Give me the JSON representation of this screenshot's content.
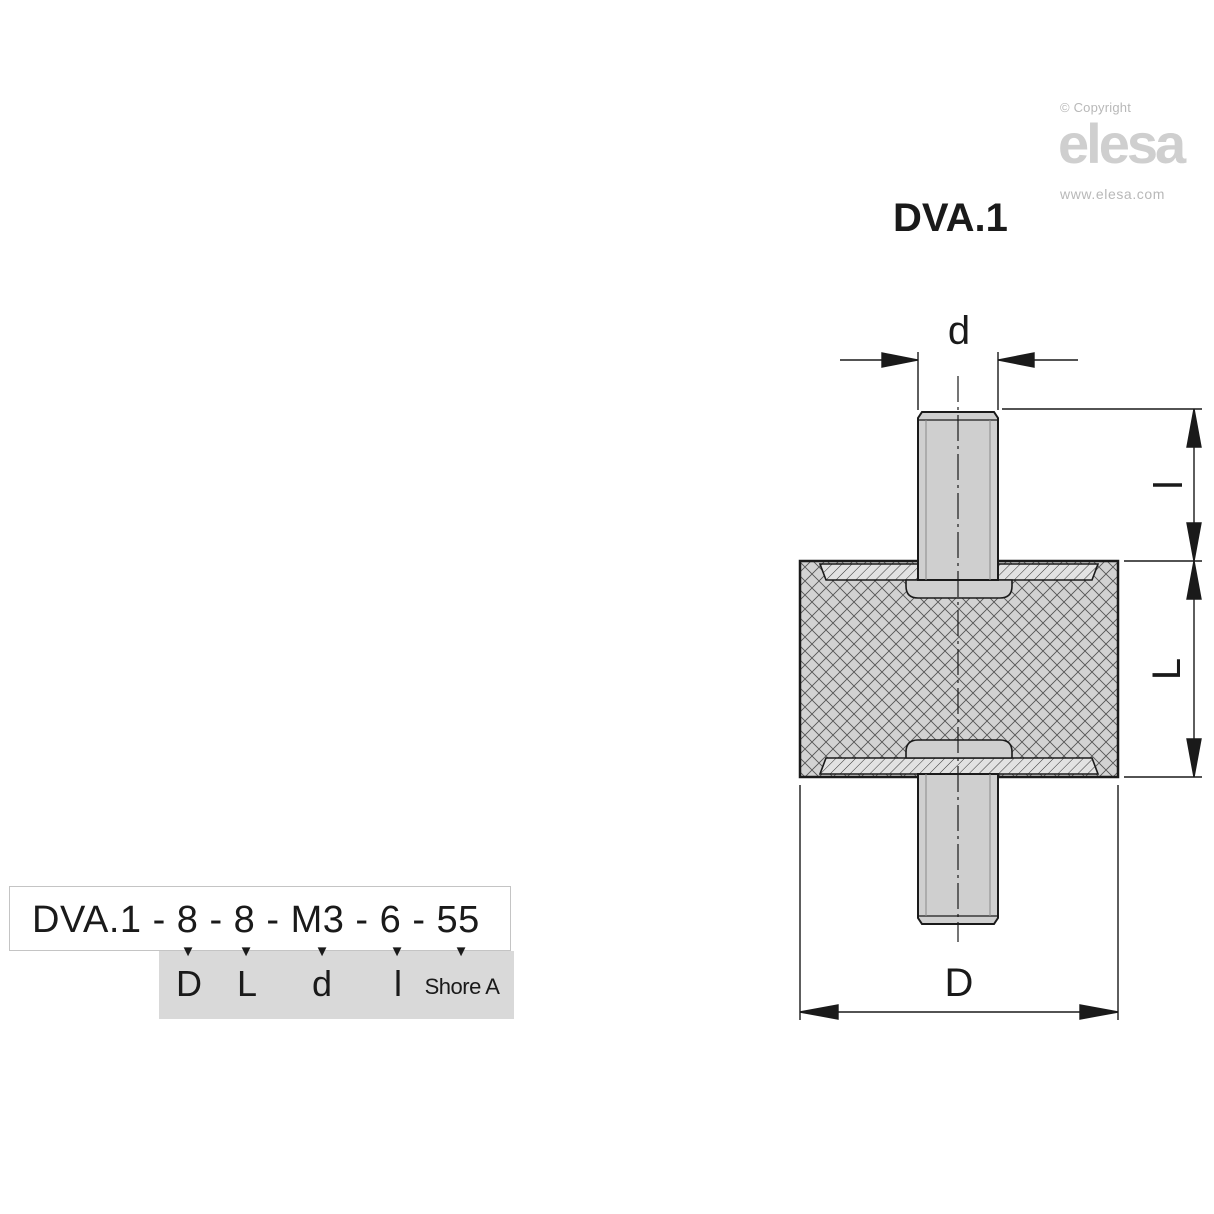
{
  "watermark": {
    "copyright": "© Copyright",
    "brand": "elesa",
    "website": "www.elesa.com"
  },
  "title": "DVA.1",
  "ordering_code": {
    "text": "DVA.1 - 8 - 8 - M3 - 6 - 55",
    "legend": [
      "D",
      "L",
      "d",
      "l",
      "Shore A"
    ]
  },
  "dimension_labels": {
    "d": "d",
    "l": "l",
    "L": "L",
    "D": "D"
  },
  "colors": {
    "line": "#1a1a1a",
    "rubber_fill": "#d2d2d2",
    "metal_fill": "#cfcfcf",
    "legend_background": "#d9d9d9"
  }
}
